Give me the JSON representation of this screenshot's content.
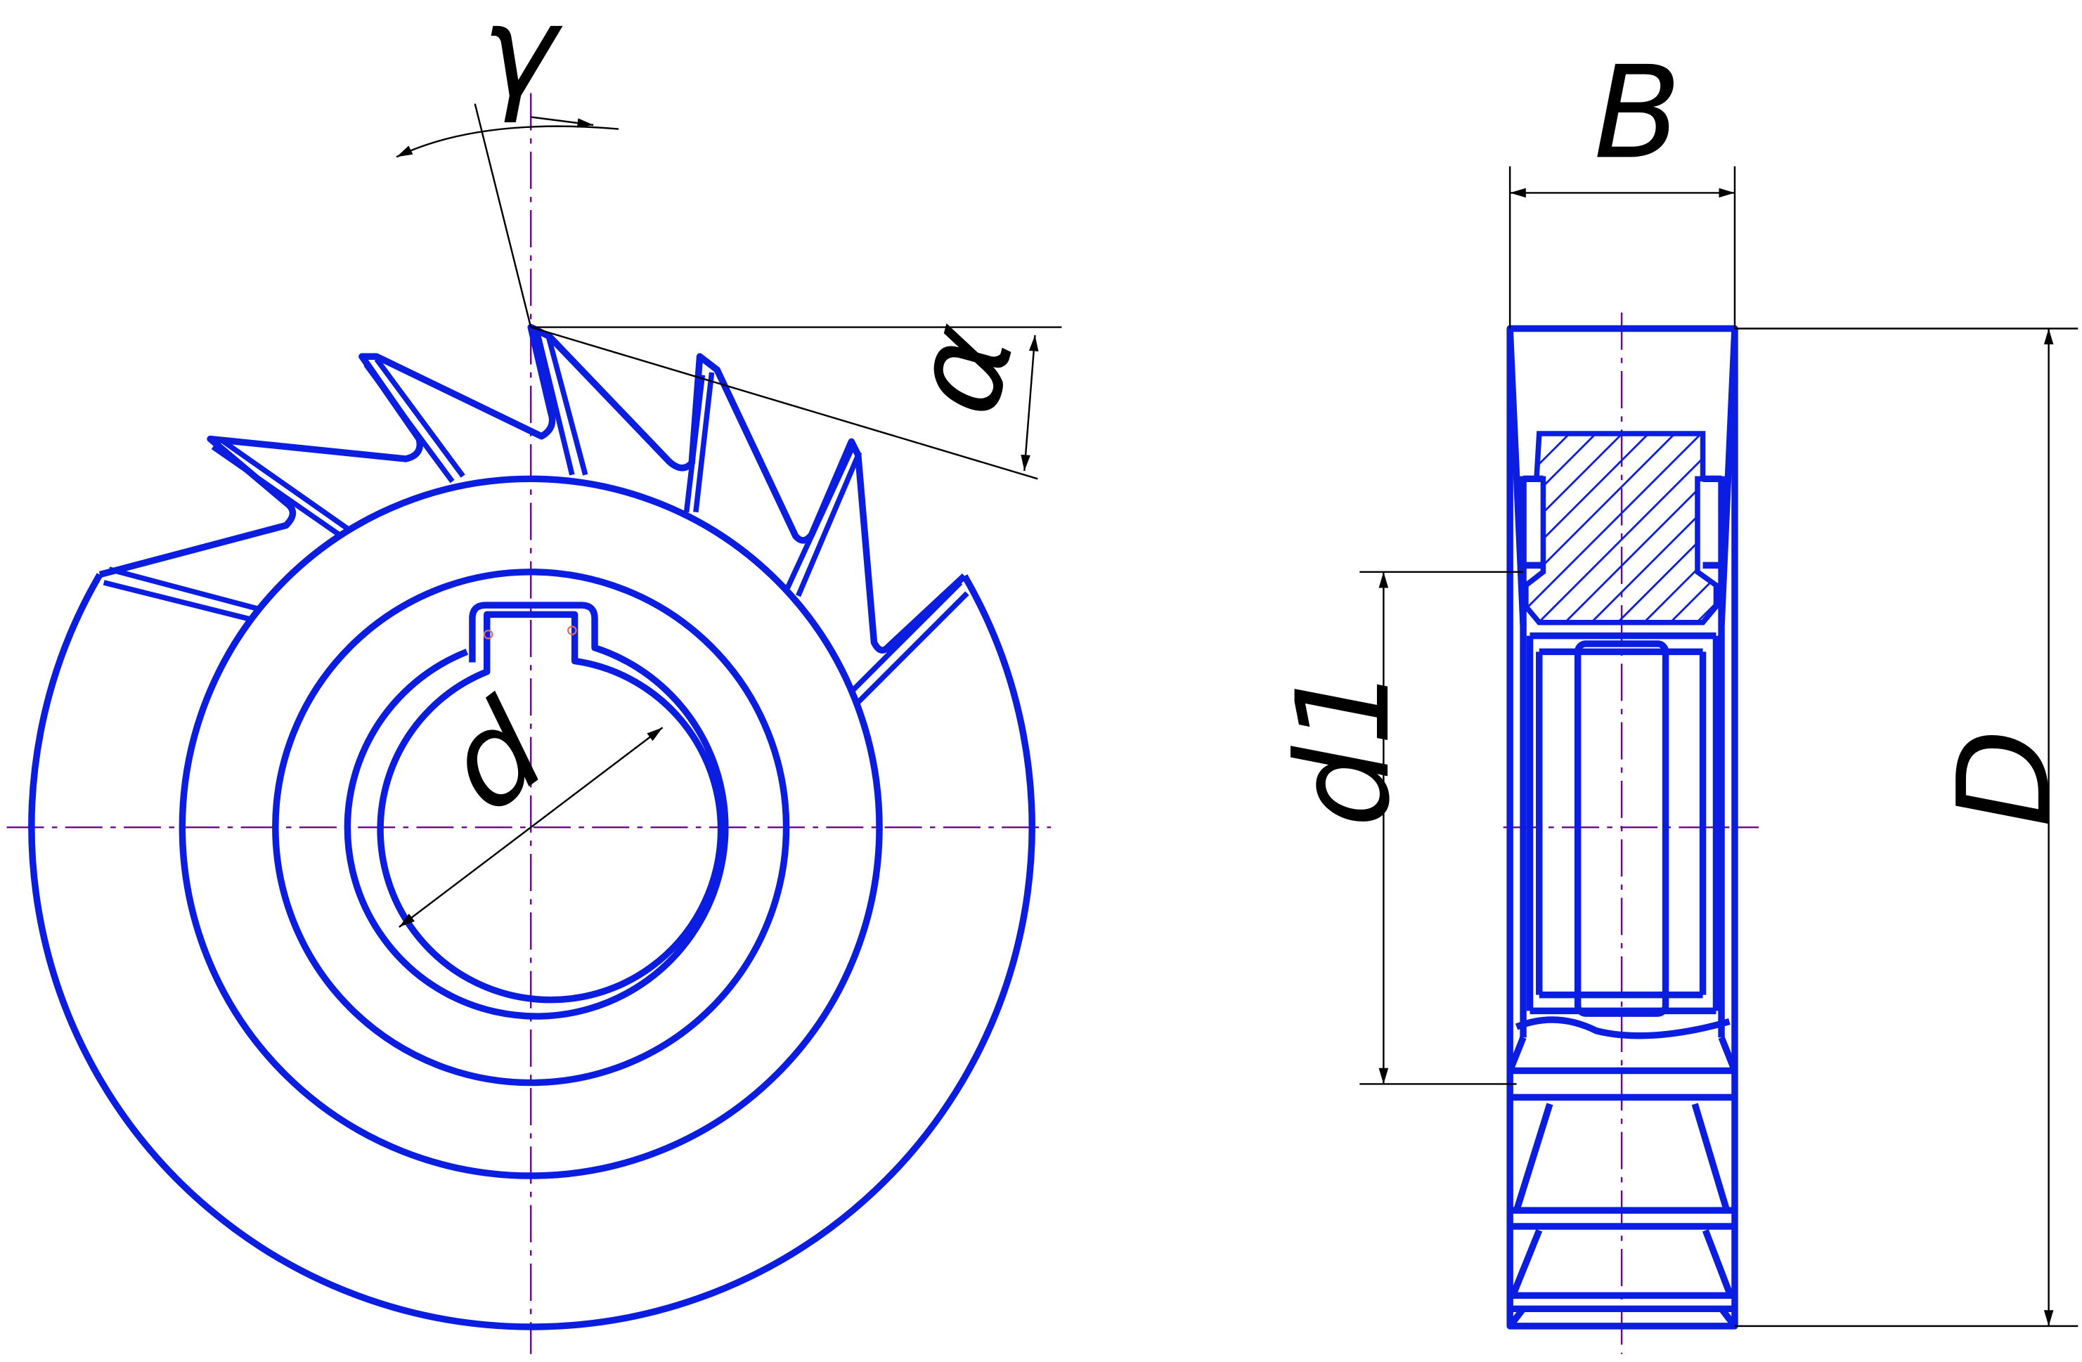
{
  "labels": {
    "gamma": "γ",
    "alpha": "α",
    "d": "d",
    "B": "B",
    "d1": "d1",
    "D": "D"
  },
  "colors": {
    "outline": "#0b1de0",
    "dimension": "#000000",
    "centerline": "#6a0a8a",
    "background": "#ffffff"
  }
}
